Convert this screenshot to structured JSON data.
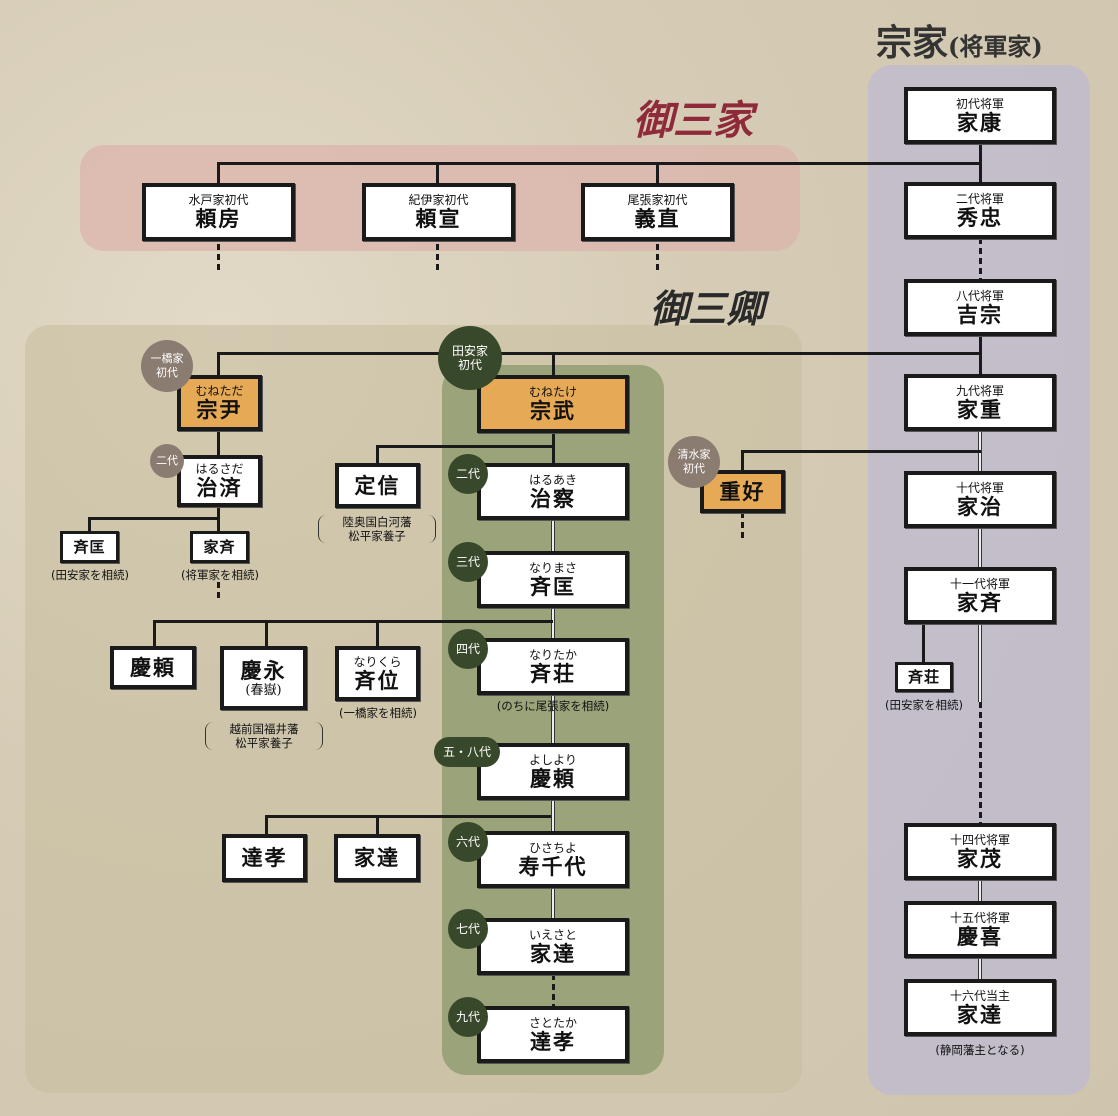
{
  "titles": {
    "soke": "宗家",
    "soke_sub": "(将軍家)",
    "gosanke": "御三家",
    "gosankyo": "御三卿"
  },
  "shogun": [
    {
      "label": "初代将軍",
      "name": "家康"
    },
    {
      "label": "二代将軍",
      "name": "秀忠"
    },
    {
      "label": "八代将軍",
      "name": "吉宗"
    },
    {
      "label": "九代将軍",
      "name": "家重"
    },
    {
      "label": "十代将軍",
      "name": "家治"
    },
    {
      "label": "十一代将軍",
      "name": "家斉"
    },
    {
      "label": "十四代将軍",
      "name": "家茂"
    },
    {
      "label": "十五代将軍",
      "name": "慶喜"
    },
    {
      "label": "十六代当主",
      "name": "家達",
      "note": "(静岡藩主となる)"
    }
  ],
  "shogun_branch": {
    "name": "斉荘",
    "note": "(田安家を相続)"
  },
  "gosanke": [
    {
      "label": "水戸家初代",
      "name": "頼房"
    },
    {
      "label": "紀伊家初代",
      "name": "頼宣"
    },
    {
      "label": "尾張家初代",
      "name": "義直"
    }
  ],
  "tayasu": {
    "badge": [
      "田安家",
      "初代"
    ],
    "members": [
      {
        "kana": "むねたけ",
        "name": "宗武"
      },
      {
        "gen": "二代",
        "kana": "はるあき",
        "name": "治察"
      },
      {
        "gen": "三代",
        "kana": "なりまさ",
        "name": "斉匡"
      },
      {
        "gen": "四代",
        "kana": "なりたか",
        "name": "斉荘",
        "note": "(のちに尾張家を相続)"
      },
      {
        "gen": "五・八代",
        "kana": "よしより",
        "name": "慶頼"
      },
      {
        "gen": "六代",
        "kana": "ひさちよ",
        "name": "寿千代"
      },
      {
        "gen": "七代",
        "kana": "いえさと",
        "name": "家達"
      },
      {
        "gen": "九代",
        "kana": "さとたか",
        "name": "達孝"
      }
    ]
  },
  "hitotsubashi": {
    "badge": [
      "一橋家",
      "初代"
    ],
    "founder": {
      "kana": "むねただ",
      "name": "宗尹"
    },
    "second": {
      "gen": "二代",
      "kana": "はるさだ",
      "name": "治済"
    },
    "children": [
      {
        "name": "斉匡",
        "note": "(田安家を相続)"
      },
      {
        "name": "家斉",
        "note": "(将軍家を相続)"
      }
    ]
  },
  "sadanobu": {
    "name": "定信",
    "note1": "陸奥国白河藩",
    "note2": "松平家養子"
  },
  "narimasa_children": [
    {
      "name": "慶頼"
    },
    {
      "name": "慶永",
      "sub": "(春嶽)",
      "note1": "越前国福井藩",
      "note2": "松平家養子"
    },
    {
      "kana": "なりくら",
      "name": "斉位",
      "note": "(一橋家を相続)"
    }
  ],
  "yoshiyori_children": [
    {
      "name": "達孝"
    },
    {
      "name": "家達"
    }
  ],
  "shimizu": {
    "badge": [
      "清水家",
      "初代"
    ],
    "name": "重好"
  },
  "colors": {
    "orange": "#e6a955",
    "green_badge": "#38482a",
    "gray_badge": "#8b7c71",
    "title_red": "#8e2a3a"
  }
}
